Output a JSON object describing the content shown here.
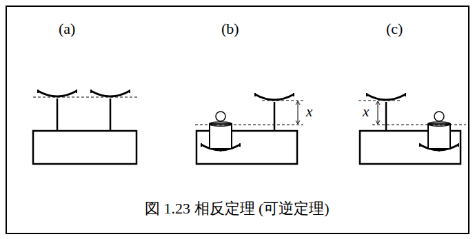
{
  "diagram": {
    "caption": "図 1.23 相反定理 (可逆定理)",
    "labels": [
      "(a)",
      "(b)",
      "(c)",
      "x",
      "x"
    ]
  }
}
